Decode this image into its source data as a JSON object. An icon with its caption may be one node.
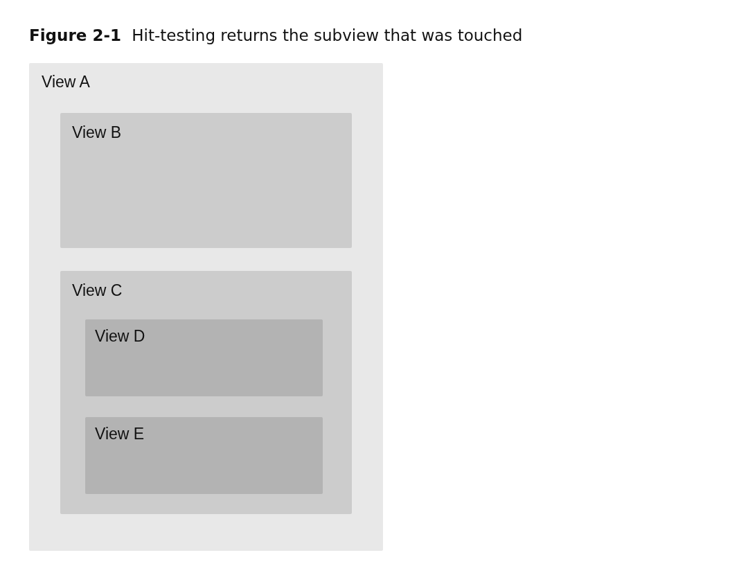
{
  "diagram": {
    "title": "**Figure 2-1** Hit-testing returns the subview that was touched",
    "nodes": [
      {
        "text": [
          "View A"
        ]
      },
      {
        "text": [
          "View B"
        ],
        "in": 0
      },
      {
        "text": [
          "View C"
        ],
        "in": 0
      },
      {
        "text": [
          "View D"
        ],
        "in": 2
      },
      {
        "text": [
          "View E"
        ],
        "in": 2
      }
    ]
  }
}
